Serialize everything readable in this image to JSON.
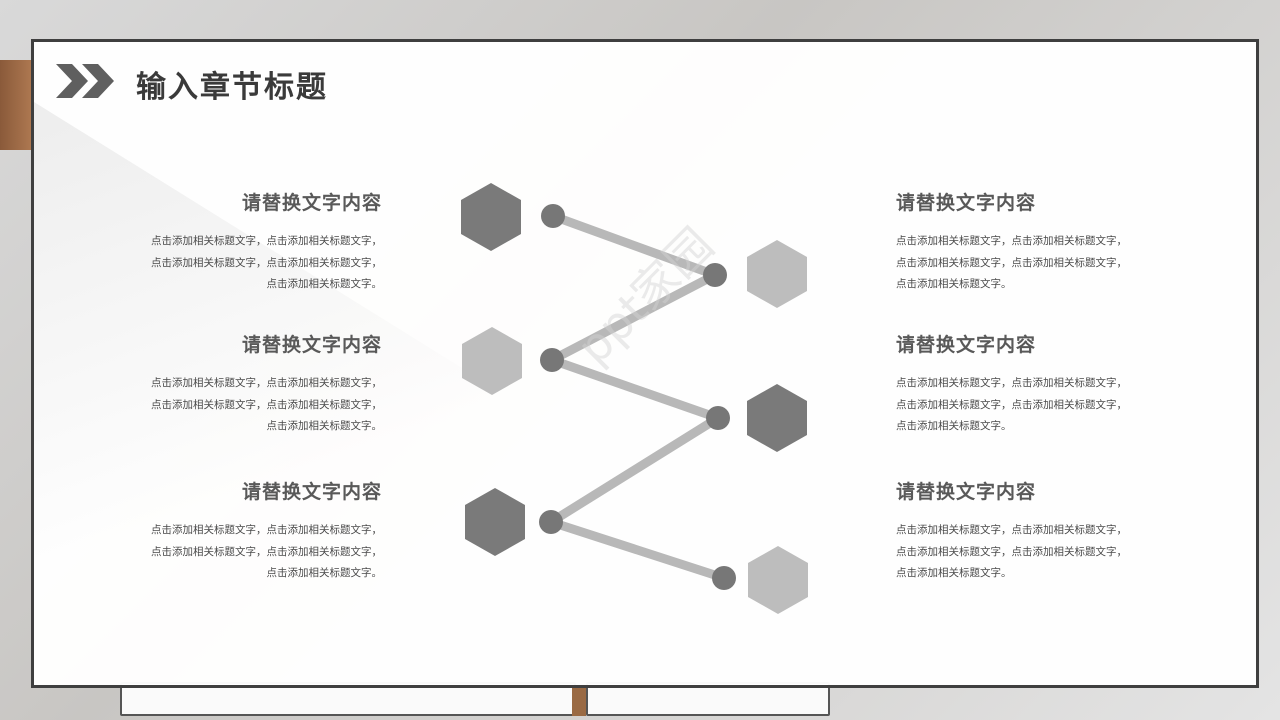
{
  "header": {
    "title": "输入章节标题"
  },
  "watermark": "ppt家园",
  "colors": {
    "dark": "#7a7a7a",
    "light": "#bdbdbd",
    "line": "#b8b8b8",
    "dot": "#777777"
  },
  "items": [
    {
      "title": "请替换文字内容",
      "lines": [
        "点击添加相关标题文字，点击添加相关标题文字，",
        "点击添加相关标题文字，点击添加相关标题文字，",
        "点击添加相关标题文字。"
      ]
    },
    {
      "title": "请替换文字内容",
      "lines": [
        "点击添加相关标题文字，点击添加相关标题文字，",
        "点击添加相关标题文字，点击添加相关标题文字，",
        "点击添加相关标题文字。"
      ]
    },
    {
      "title": "请替换文字内容",
      "lines": [
        "点击添加相关标题文字，点击添加相关标题文字，",
        "点击添加相关标题文字，点击添加相关标题文字，",
        "点击添加相关标题文字。"
      ]
    },
    {
      "title": "请替换文字内容",
      "lines": [
        "点击添加相关标题文字，点击添加相关标题文字，",
        "点击添加相关标题文字，点击添加相关标题文字，",
        "点击添加相关标题文字。"
      ]
    },
    {
      "title": "请替换文字内容",
      "lines": [
        "点击添加相关标题文字，点击添加相关标题文字，",
        "点击添加相关标题文字，点击添加相关标题文字，",
        "点击添加相关标题文字。"
      ]
    },
    {
      "title": "请替换文字内容",
      "lines": [
        "点击添加相关标题文字，点击添加相关标题文字，",
        "点击添加相关标题文字，点击添加相关标题文字，",
        "点击添加相关标题文字。"
      ]
    }
  ]
}
